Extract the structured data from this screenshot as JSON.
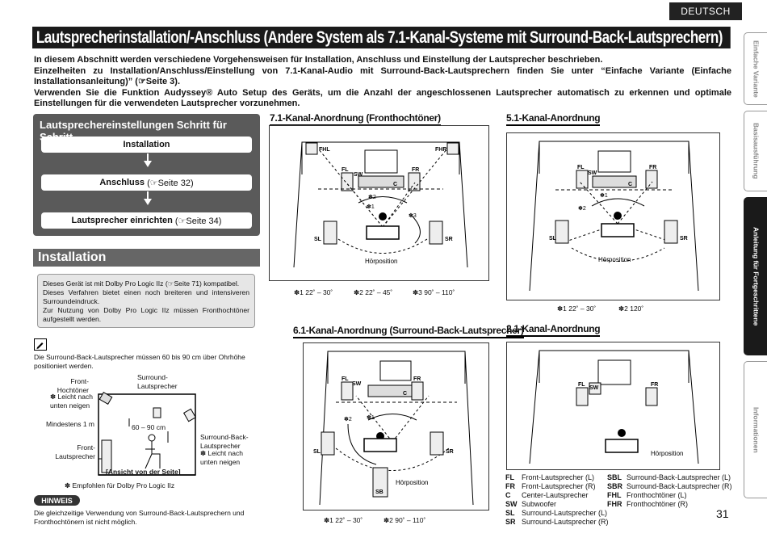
{
  "language": "DEUTSCH",
  "title": "Lautsprecherinstallation/-Anschluss (Andere System als 7.1-Kanal-Systeme mit Surround-Back-Lautsprechern)",
  "intro": {
    "line1": "In diesem Abschnitt werden verschiedene Vorgehensweisen für Installation, Anschluss und Einstellung der Lautsprecher beschrieben.",
    "line2": "Einzelheiten zu Installation/Anschluss/Einstellung von 7.1-Kanal-Audio mit Surround-Back-Lautsprechern finden Sie unter “Einfache Variante (Einfache Installationsanleitung)” (☞Seite 3).",
    "line3": "Verwenden Sie die Funktion Audyssey® Auto Setup des Geräts, um die Anzahl der angeschlossenen Lautsprecher automatisch zu erkennen und optimale Einstellungen für die verwendeten Lautsprecher vorzunehmen."
  },
  "steps": {
    "title": "Lautsprechereinstellungen Schritt für Schritt",
    "step1": "Installation",
    "step2": "Anschluss",
    "step2_ref": "(☞Seite 32)",
    "step3": "Lautsprecher einrichten",
    "step3_ref": "(☞Seite 34)"
  },
  "installation": {
    "heading": "Installation",
    "note_line1": "Dieses Gerät ist mit Dolby Pro Logic IIz (☞Seite 71) kompatibel.",
    "note_line2": "Dieses Verfahren bietet einen noch breiteren und intensiveren Surroundeindruck.",
    "note_line3": "Zur Nutzung von Dolby Pro Logic IIz müssen Fronthochtöner aufgestellt werden."
  },
  "side_note": "Die Surround-Back-Lautsprecher müssen 60 bis 90 cm über Ohrhöhe positioniert werden.",
  "side_view": {
    "front_hochtoner": "Front-Hochtöner",
    "front_hochtoner_note": "✽ Leicht nach unten neigen",
    "surround_speaker": "Surround-Lautsprecher",
    "min_height": "Mindestens 1 m",
    "distance": "60 – 90 cm",
    "front_speaker": "Front-Lautsprecher",
    "surround_back": "Surround-Back-Lautsprecher",
    "surround_back_note": "✽ Leicht nach unten neigen",
    "caption": "[Ansicht von der Seite]",
    "recommended": "✽ Empfohlen für Dolby Pro Logic IIz"
  },
  "hinweis": {
    "label": "HINWEIS",
    "text": "Die gleichzeitige Verwendung von Surround-Back-Lautsprechern und Fronthochtönern ist nicht möglich."
  },
  "diagrams": {
    "d71": {
      "title": "7.1-Kanal-Anordnung (Fronthochtöner)",
      "angles": [
        "✽1  22˚ – 30˚",
        "✽2  22˚ – 45˚",
        "✽3  90˚ – 110˚"
      ]
    },
    "d51": {
      "title": "5.1-Kanal-Anordnung",
      "angles": [
        "✽1  22˚ – 30˚",
        "✽2  120˚"
      ]
    },
    "d61": {
      "title": "6.1-Kanal-Anordnung (Surround-Back-Lautsprecher)",
      "angles": [
        "✽1  22˚ – 30˚",
        "✽2  90˚ – 110˚"
      ]
    },
    "d21": {
      "title": "2.1-Kanal-Anordnung"
    },
    "listening_position": "Hörposition",
    "labels": {
      "FL": "FL",
      "FR": "FR",
      "SW": "SW",
      "C": "C",
      "SL": "SL",
      "SR": "SR",
      "SB": "SB",
      "FHL": "FHL",
      "FHR": "FHR",
      "s1": "✽1",
      "s2": "✽2",
      "s3": "✽3"
    }
  },
  "legend": {
    "left": [
      {
        "key": "FL",
        "text": "Front-Lautsprecher (L)"
      },
      {
        "key": "FR",
        "text": "Front-Lautsprecher (R)"
      },
      {
        "key": "C",
        "text": "Center-Lautsprecher"
      },
      {
        "key": "SW",
        "text": "Subwoofer"
      },
      {
        "key": "SL",
        "text": "Surround-Lautsprecher (L)"
      },
      {
        "key": "SR",
        "text": "Surround-Lautsprecher (R)"
      }
    ],
    "right": [
      {
        "key": "SBL",
        "text": "Surround-Back-Lautsprecher (L)"
      },
      {
        "key": "SBR",
        "text": "Surround-Back-Lautsprecher (R)"
      },
      {
        "key": "FHL",
        "text": "Fronthochtöner (L)"
      },
      {
        "key": "FHR",
        "text": "Fronthochtöner (R)"
      }
    ]
  },
  "side_tabs": [
    "Einfache Variante",
    "Basisausführung",
    "Anleitung für Fortgeschrittene",
    "Informationen"
  ],
  "page_number": "31"
}
